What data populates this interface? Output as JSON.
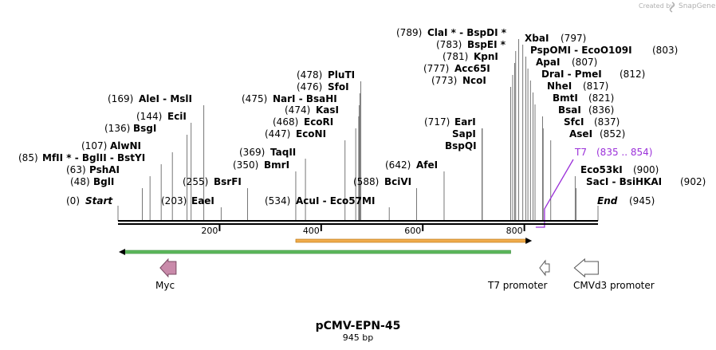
{
  "credit": {
    "text": "Created by",
    "brand": "SnapGene",
    "color": "#b0b0b0",
    "icon": "snapgene-logo-icon"
  },
  "map": {
    "name": "pCMV-EPN-45",
    "length_label": "945 bp",
    "bp_total": 945,
    "start_label": "Start",
    "start_pos": "(0)",
    "end_label": "End",
    "end_pos": "(945)",
    "ruler_ticks": [
      {
        "value": 200,
        "label": "200"
      },
      {
        "value": 400,
        "label": "400"
      },
      {
        "value": 600,
        "label": "600"
      },
      {
        "value": 800,
        "label": "800"
      }
    ]
  },
  "sites": [
    {
      "pos": 48,
      "pos_label": "(48)",
      "label": "BglI"
    },
    {
      "pos": 63,
      "pos_label": "(63)",
      "label": "PshAI"
    },
    {
      "pos": 85,
      "pos_label": "(85)",
      "label": "MfII * - BglII - BstYI"
    },
    {
      "pos": 107,
      "pos_label": "(107)",
      "label": "AlwNI"
    },
    {
      "pos": 136,
      "pos_label": "(136)",
      "label": "BsgI"
    },
    {
      "pos": 144,
      "pos_label": "(144)",
      "label": "EciI"
    },
    {
      "pos": 169,
      "pos_label": "(169)",
      "label": "AleI - MslI"
    },
    {
      "pos": 203,
      "pos_label": "(203)",
      "label": "EaeI"
    },
    {
      "pos": 255,
      "pos_label": "(255)",
      "label": "BsrFI"
    },
    {
      "pos": 350,
      "pos_label": "(350)",
      "label": "BmrI"
    },
    {
      "pos": 369,
      "pos_label": "(369)",
      "label": "TaqII"
    },
    {
      "pos": 447,
      "pos_label": "(447)",
      "label": "EcoNI"
    },
    {
      "pos": 468,
      "pos_label": "(468)",
      "label": "EcoRI"
    },
    {
      "pos": 474,
      "pos_label": "(474)",
      "label": "KasI"
    },
    {
      "pos": 475,
      "pos_label": "(475)",
      "label": "NarI - BsaHI"
    },
    {
      "pos": 476,
      "pos_label": "(476)",
      "label": "SfoI"
    },
    {
      "pos": 478,
      "pos_label": "(478)",
      "label": "PluTI"
    },
    {
      "pos": 534,
      "pos_label": "(534)",
      "label": "AcuI - Eco57MI"
    },
    {
      "pos": 588,
      "pos_label": "(588)",
      "label": "BciVI"
    },
    {
      "pos": 642,
      "pos_label": "(642)",
      "label": "AfeI"
    },
    {
      "pos": 717,
      "pos_label": "(717)",
      "label": "EarI"
    },
    {
      "pos": 717,
      "pos_label": "",
      "label": "SapI"
    },
    {
      "pos": 717,
      "pos_label": "",
      "label": "BspQI"
    },
    {
      "pos": 773,
      "pos_label": "(773)",
      "label": "NcoI"
    },
    {
      "pos": 777,
      "pos_label": "(777)",
      "label": "Acc65I"
    },
    {
      "pos": 781,
      "pos_label": "(781)",
      "label": "KpnI"
    },
    {
      "pos": 783,
      "pos_label": "(783)",
      "label": "BspEI *"
    },
    {
      "pos": 789,
      "pos_label": "(789)",
      "label": "ClaI * - BspDI *"
    },
    {
      "pos": 797,
      "pos_label": "(797)",
      "label": "XbaI"
    },
    {
      "pos": 803,
      "pos_label": "(803)",
      "label": "PspOMI - EcoO109I"
    },
    {
      "pos": 807,
      "pos_label": "(807)",
      "label": "ApaI"
    },
    {
      "pos": 812,
      "pos_label": "(812)",
      "label": "DraI - PmeI"
    },
    {
      "pos": 817,
      "pos_label": "(817)",
      "label": "NheI"
    },
    {
      "pos": 821,
      "pos_label": "(821)",
      "label": "BmtI"
    },
    {
      "pos": 836,
      "pos_label": "(836)",
      "label": "BsaI"
    },
    {
      "pos": 837,
      "pos_label": "(837)",
      "label": "SfcI"
    },
    {
      "pos": 852,
      "pos_label": "(852)",
      "label": "AseI"
    },
    {
      "pos": 900,
      "pos_label": "(900)",
      "label": "Eco53kI"
    },
    {
      "pos": 902,
      "pos_label": "(902)",
      "label": "SacI - BsiHKAI"
    }
  ],
  "primer": {
    "label": "T7",
    "range_label": "(835 .. 854)",
    "start": 835,
    "end": 854,
    "color": "#9b30d9"
  },
  "features": [
    {
      "name": "orf-green",
      "start": 0,
      "end": 770,
      "direction": "reverse",
      "color": "#5cb85c"
    },
    {
      "name": "orf-orange",
      "start": 350,
      "end": 815,
      "direction": "forward",
      "color": "#f0ad4e"
    },
    {
      "name": "Myc",
      "label": "Myc",
      "start": 83,
      "end": 113,
      "direction": "reverse",
      "color": "#c98aaa"
    },
    {
      "name": "T7 promoter",
      "label": "T7 promoter",
      "start": 835,
      "end": 854,
      "direction": "reverse",
      "color": "#ffffff"
    },
    {
      "name": "CMVd3 promoter",
      "label": "CMVd3 promoter",
      "start": 900,
      "end": 945,
      "direction": "reverse",
      "color": "#ffffff"
    }
  ]
}
